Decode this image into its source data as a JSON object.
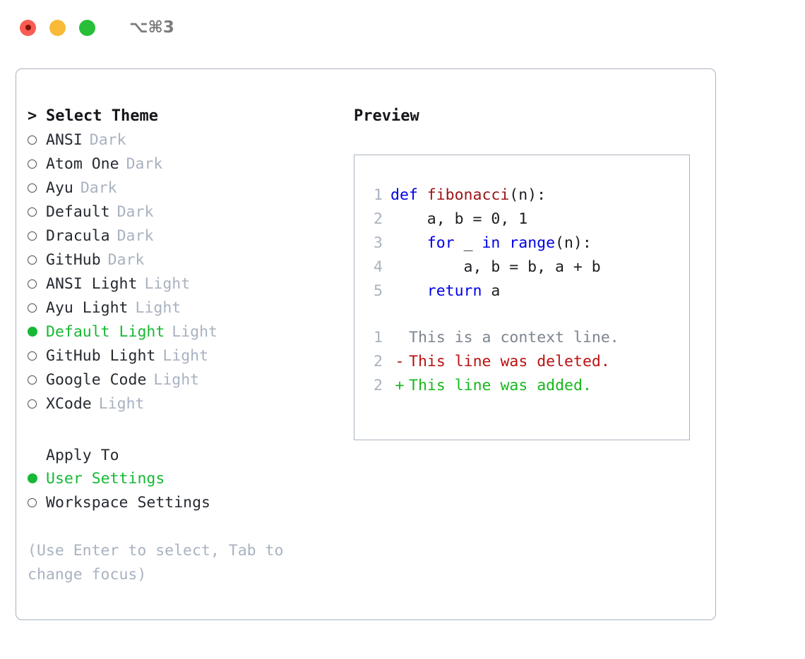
{
  "titlebar": {
    "shortcut": "⌥⌘3",
    "dots": [
      {
        "name": "close",
        "color": "#fa5c52"
      },
      {
        "name": "minimize",
        "color": "#f9ba38"
      },
      {
        "name": "maximize",
        "color": "#27bf3a"
      }
    ]
  },
  "theme_picker": {
    "heading_prefix": ">",
    "heading": "Select Theme",
    "selected_marker": "●",
    "unselected_marker": "○",
    "items": [
      {
        "name": "ANSI",
        "category": "Dark",
        "selected": false
      },
      {
        "name": "Atom One",
        "category": "Dark",
        "selected": false
      },
      {
        "name": "Ayu",
        "category": "Dark",
        "selected": false
      },
      {
        "name": "Default",
        "category": "Dark",
        "selected": false
      },
      {
        "name": "Dracula",
        "category": "Dark",
        "selected": false
      },
      {
        "name": "GitHub",
        "category": "Dark",
        "selected": false
      },
      {
        "name": "ANSI Light",
        "category": "Light",
        "selected": false
      },
      {
        "name": "Ayu Light",
        "category": "Light",
        "selected": false
      },
      {
        "name": "Default Light",
        "category": "Light",
        "selected": true
      },
      {
        "name": "GitHub Light",
        "category": "Light",
        "selected": false
      },
      {
        "name": "Google Code",
        "category": "Light",
        "selected": false
      },
      {
        "name": "XCode",
        "category": "Light",
        "selected": false
      }
    ]
  },
  "apply_to": {
    "heading": "Apply To",
    "items": [
      {
        "name": "User Settings",
        "selected": true
      },
      {
        "name": "Workspace Settings",
        "selected": false
      }
    ]
  },
  "hint": "(Use Enter to select, Tab to change focus)",
  "preview": {
    "title": "Preview",
    "code": [
      {
        "n": "1",
        "tokens": [
          {
            "t": "def ",
            "c": "kw"
          },
          {
            "t": "fibonacci",
            "c": "fn"
          },
          {
            "t": "(n):",
            "c": "plain"
          }
        ]
      },
      {
        "n": "2",
        "tokens": [
          {
            "t": "    a, b = 0, 1",
            "c": "plain"
          }
        ]
      },
      {
        "n": "3",
        "tokens": [
          {
            "t": "    ",
            "c": "plain"
          },
          {
            "t": "for",
            "c": "kw"
          },
          {
            "t": " _ ",
            "c": "plain"
          },
          {
            "t": "in range",
            "c": "kw"
          },
          {
            "t": "(n):",
            "c": "plain"
          }
        ]
      },
      {
        "n": "4",
        "tokens": [
          {
            "t": "        a, b = b, a + b",
            "c": "plain"
          }
        ]
      },
      {
        "n": "5",
        "tokens": [
          {
            "t": "    ",
            "c": "plain"
          },
          {
            "t": "return",
            "c": "kw"
          },
          {
            "t": " a",
            "c": "plain"
          }
        ]
      }
    ],
    "diff": [
      {
        "n": "1",
        "mark": "",
        "text": "This is a context line.",
        "kind": "ctx"
      },
      {
        "n": "2",
        "mark": "-",
        "text": "This line was deleted.",
        "kind": "del"
      },
      {
        "n": "2",
        "mark": "+",
        "text": "This line was added.",
        "kind": "add"
      }
    ]
  },
  "colors": {
    "accent_green": "#17b835",
    "muted": "#a9b2c0",
    "text": "#262a31",
    "border": "#aab3c1",
    "keyword": "#0000e6",
    "function": "#9c1313",
    "diff_add": "#18b81c",
    "diff_del": "#bb1111"
  }
}
